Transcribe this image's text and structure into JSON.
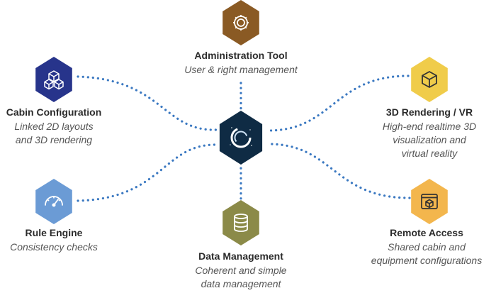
{
  "colors": {
    "connector": "#3a78c1",
    "center": "#0f2b44",
    "admin": "#8a5a24",
    "cabin": "#27348b",
    "rendering": "#f0cc4a",
    "rule": "#6b9bd5",
    "data": "#8b8a48",
    "remote": "#f3b64d"
  },
  "icons": {
    "center": "swirl-logo-icon",
    "admin": "gear-icon",
    "cabin": "cubes-icon",
    "rendering": "cube-icon",
    "rule": "gauge-icon",
    "data": "database-icon",
    "remote": "cube-window-icon"
  },
  "nodes": {
    "admin": {
      "title": "Administration Tool",
      "desc": [
        "User & right management"
      ]
    },
    "cabin": {
      "title": "Cabin Configuration",
      "desc": [
        "Linked 2D layouts",
        "and 3D rendering"
      ]
    },
    "rendering": {
      "title": "3D Rendering / VR",
      "desc": [
        "High-end realtime 3D",
        "visualization and",
        "virtual reality"
      ]
    },
    "rule": {
      "title": "Rule Engine",
      "desc": [
        "Consistency checks"
      ]
    },
    "data": {
      "title": "Data Management",
      "desc": [
        "Coherent and simple",
        "data management"
      ]
    },
    "remote": {
      "title": "Remote Access",
      "desc": [
        "Shared cabin and",
        "equipment configurations"
      ]
    }
  }
}
